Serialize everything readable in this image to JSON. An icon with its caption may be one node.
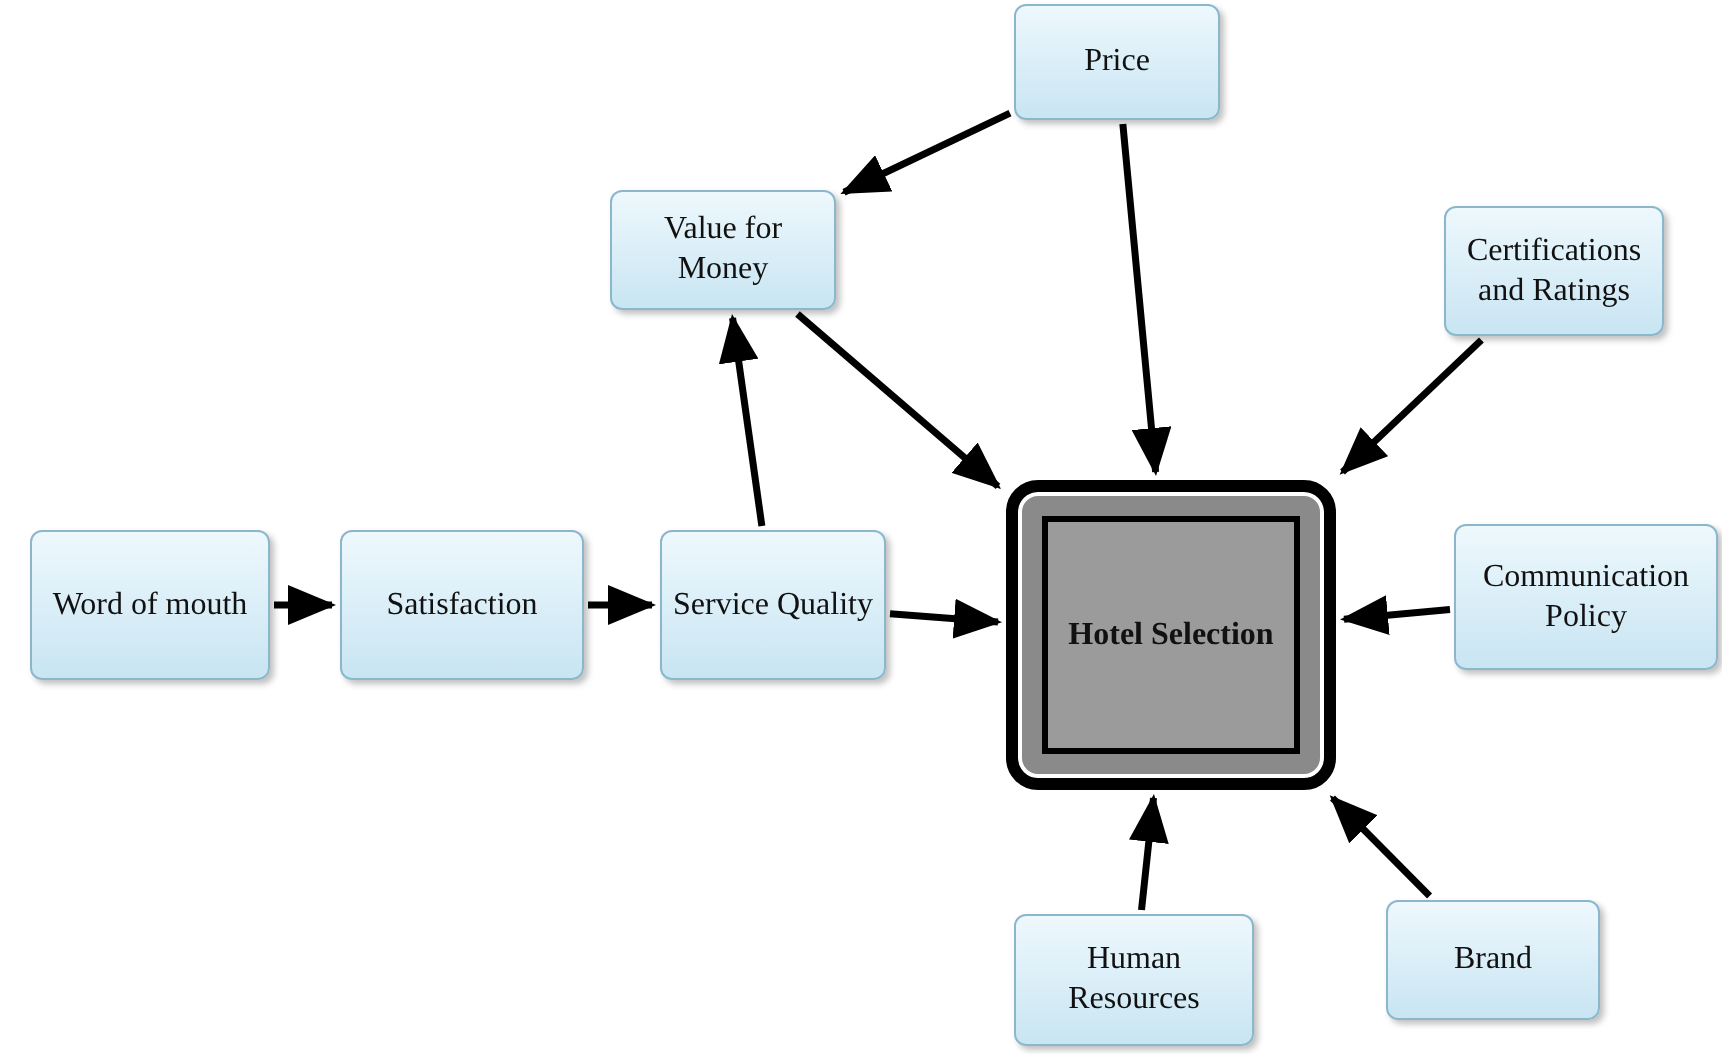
{
  "diagram": {
    "nodes": [
      {
        "text": [
          "Price"
        ]
      },
      {
        "text": [
          "Value for Money"
        ]
      },
      {
        "text": [
          "Certifications and Ratings"
        ]
      },
      {
        "text": [
          "Word of mouth"
        ]
      },
      {
        "text": [
          "Satisfaction"
        ]
      },
      {
        "text": [
          "Service Quality"
        ]
      },
      {
        "text": [
          "Hotel Selection"
        ]
      },
      {
        "text": [
          "Communication Policy"
        ]
      },
      {
        "text": [
          "Human Resources"
        ]
      },
      {
        "text": [
          "Brand"
        ]
      }
    ],
    "edges": [
      {
        "from": 0,
        "to": 1,
        "arrow": "to"
      },
      {
        "from": 0,
        "to": 6,
        "arrow": "to"
      },
      {
        "from": 1,
        "to": 6,
        "arrow": "to"
      },
      {
        "from": 2,
        "to": 6,
        "arrow": "to"
      },
      {
        "from": 3,
        "to": 4,
        "arrow": "to"
      },
      {
        "from": 4,
        "to": 5,
        "arrow": "to"
      },
      {
        "from": 5,
        "to": 1,
        "arrow": "to"
      },
      {
        "from": 5,
        "to": 6,
        "arrow": "to"
      },
      {
        "from": 7,
        "to": 6,
        "arrow": "to"
      },
      {
        "from": 8,
        "to": 6,
        "arrow": "to"
      },
      {
        "from": 9,
        "to": 6,
        "arrow": "to"
      }
    ]
  }
}
